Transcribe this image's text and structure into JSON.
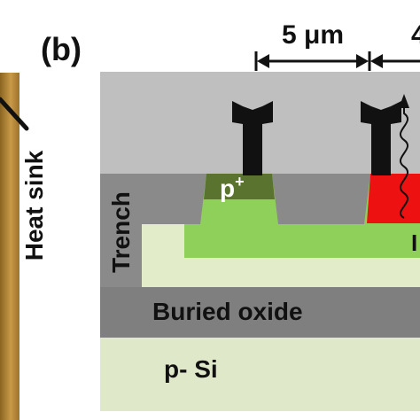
{
  "panel_label": "(b)",
  "left_panel": {
    "label": "Heat sink"
  },
  "dimensions": {
    "spacing_label": "5 μm",
    "cut_digit": "4"
  },
  "layers": {
    "trench": "Trench",
    "contact_p": "p",
    "contact_p_sup": "+",
    "buried_oxide": "Buried oxide",
    "substrate": "p- Si",
    "cut_letter": "I"
  },
  "colors": {
    "heat_sink_gold": "#b58a35",
    "top_cladding": "#bfbfbf",
    "trench_gray": "#8a8a8a",
    "buried_oxide": "#7f7f7f",
    "substrate": "#dfe8c8",
    "green_region": "#8fd05a",
    "pale_green": "#e3ecc8",
    "p_plus": "#5a7430",
    "emitter_red": "#ee1111",
    "metal": "#111111"
  }
}
